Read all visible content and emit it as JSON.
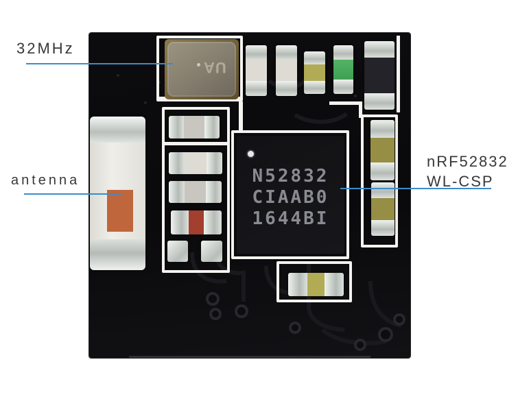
{
  "callouts": {
    "crystal_label": "32MHz",
    "antenna_label": "antenna",
    "chip_label_line1": "nRF52832",
    "chip_label_line2": "WL-CSP"
  },
  "module": {
    "chip_marking": {
      "line1": "N52832",
      "line2": "CIAAB0",
      "line3": "1644BI"
    },
    "crystal_marking": "UA"
  },
  "colors": {
    "background": "#ffffff",
    "pcb_black": "#0b0b0d",
    "silkscreen_white": "#f4f3f0",
    "callout_line_blue": "#3a8cc8",
    "label_text": "#38383a",
    "chip_body": "#141417",
    "chip_marking_text": "#8a8b92",
    "crystal_metal": "#8a8376",
    "crystal_frame_bronze": "#79663c",
    "antenna_pad_orange": "#c0663c",
    "component_white": "#dddbd3",
    "component_gray": "#c8c6bf",
    "component_yellow": "#b2ab55",
    "component_olive": "#958e44",
    "component_green": "#3f9e53",
    "component_red": "#a23f2e",
    "component_dark": "#232329",
    "solder_silver": "#c6cac6"
  }
}
